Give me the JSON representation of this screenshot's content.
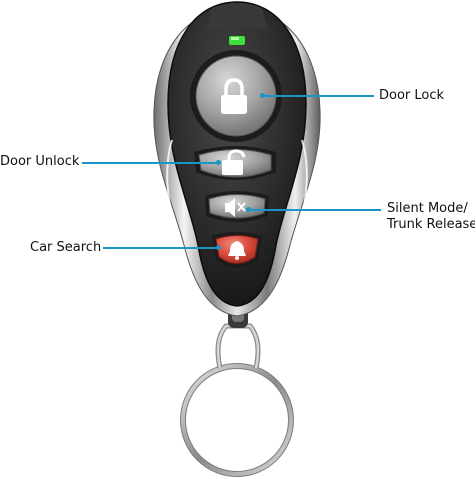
{
  "callouts": {
    "door_lock": "Door Lock",
    "door_unlock": "Door Unlock",
    "silent_mode_line1": "Silent Mode/",
    "silent_mode_line2": "Trunk Release",
    "car_search": "Car Search"
  },
  "colors": {
    "leader_line": "#1a95c9",
    "status_led": "#3ee03a",
    "panic_button": "#d9483a",
    "remote_body": "#2a2a2a",
    "chrome_trim": "#c9c9c9",
    "button_gray": "#9a9a9a"
  },
  "icons": {
    "door_lock": "padlock-closed",
    "door_unlock": "padlock-open",
    "silent_mode": "speaker-muted",
    "car_search": "bell"
  }
}
